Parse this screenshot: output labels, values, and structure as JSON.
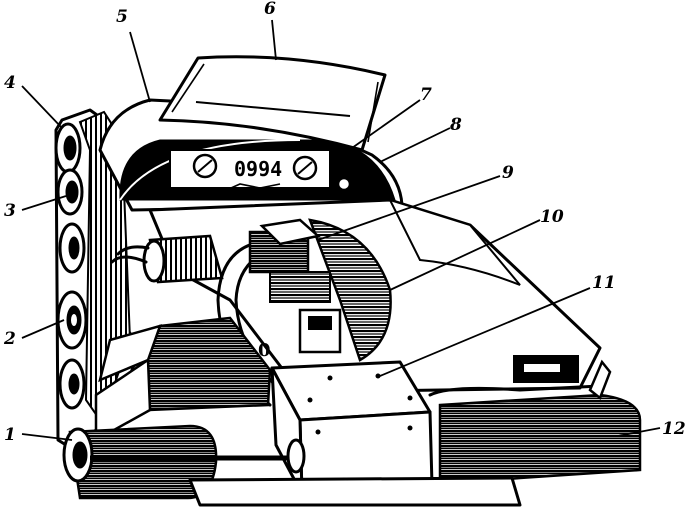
{
  "figure": {
    "callouts": [
      {
        "id": "1",
        "label": "1"
      },
      {
        "id": "2",
        "label": "2"
      },
      {
        "id": "3",
        "label": "3"
      },
      {
        "id": "4",
        "label": "4"
      },
      {
        "id": "5",
        "label": "5"
      },
      {
        "id": "6",
        "label": "6"
      },
      {
        "id": "7",
        "label": "7"
      },
      {
        "id": "8",
        "label": "8"
      },
      {
        "id": "9",
        "label": "9"
      },
      {
        "id": "10",
        "label": "10"
      },
      {
        "id": "11",
        "label": "11"
      },
      {
        "id": "12",
        "label": "12"
      }
    ],
    "gauge_text": "0994",
    "side_mark": "0"
  },
  "colors": {
    "ink": "#000000",
    "paper": "#ffffff"
  }
}
